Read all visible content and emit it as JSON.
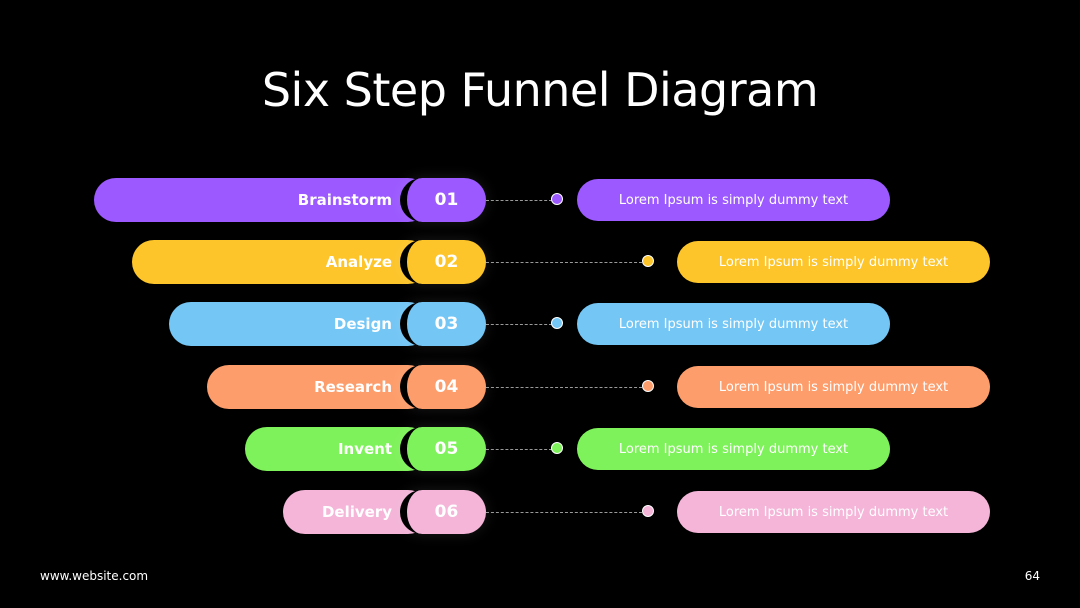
{
  "slide": {
    "title": "Six Step Funnel Diagram",
    "website": "www.website.com",
    "page_number": "64"
  },
  "steps": [
    {
      "label": "Brainstorm",
      "number": "01",
      "text": "Lorem Ipsum is simply dummy text",
      "color": "#9b59ff"
    },
    {
      "label": "Analyze",
      "number": "02",
      "text": "Lorem Ipsum is simply dummy text",
      "color": "#fdc52a"
    },
    {
      "label": "Design",
      "number": "03",
      "text": "Lorem Ipsum is simply dummy text",
      "color": "#74c6f5"
    },
    {
      "label": "Research",
      "number": "04",
      "text": "Lorem Ipsum is simply dummy text",
      "color": "#fd9d6b"
    },
    {
      "label": "Invent",
      "number": "05",
      "text": "Lorem Ipsum is simply dummy text",
      "color": "#7ef25a"
    },
    {
      "label": "Delivery",
      "number": "06",
      "text": "Lorem Ipsum is simply dummy text",
      "color": "#f4b5d8"
    }
  ]
}
